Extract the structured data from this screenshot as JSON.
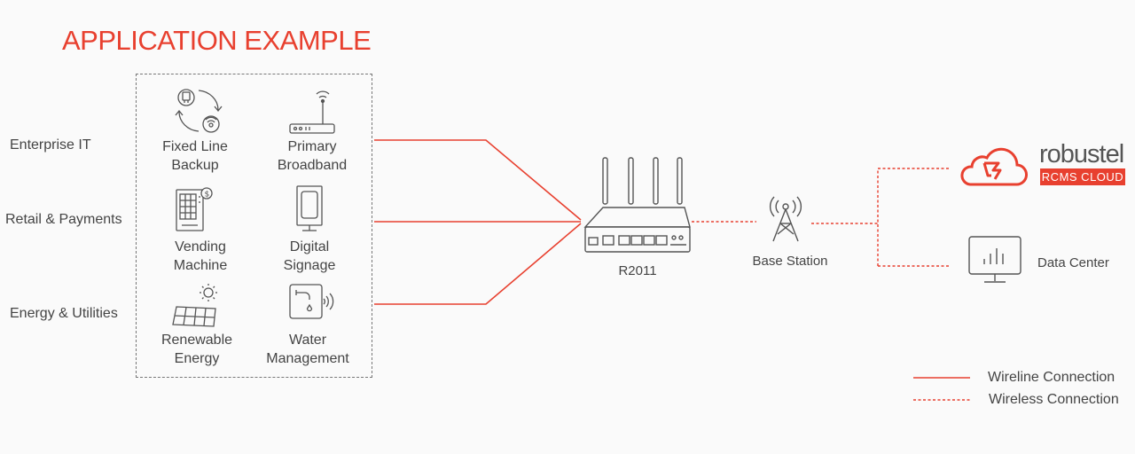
{
  "title": "APPLICATION EXAMPLE",
  "categories": [
    "Enterprise IT",
    "Retail & Payments",
    "Energy & Utilities"
  ],
  "devices": [
    {
      "line1": "Fixed Line",
      "line2": "Backup",
      "icon": "fixed-line-backup-icon"
    },
    {
      "line1": "Primary",
      "line2": "Broadband",
      "icon": "broadband-router-icon"
    },
    {
      "line1": "Vending",
      "line2": "Machine",
      "icon": "vending-machine-icon"
    },
    {
      "line1": "Digital",
      "line2": "Signage",
      "icon": "digital-signage-icon"
    },
    {
      "line1": "Renewable",
      "line2": "Energy",
      "icon": "solar-panel-icon"
    },
    {
      "line1": "Water",
      "line2": "Management",
      "icon": "water-meter-icon"
    }
  ],
  "router": {
    "label": "R2011",
    "icon": "router-icon"
  },
  "base_station": {
    "label": "Base Station",
    "icon": "cell-tower-icon"
  },
  "cloud": {
    "brand": "robustel",
    "badge": "RCMS CLOUD",
    "icon": "cloud-logo-icon"
  },
  "data_center": {
    "label": "Data Center",
    "icon": "monitor-icon"
  },
  "legend": {
    "wireline": "Wireline Connection",
    "wireless": "Wireless Connection"
  },
  "colors": {
    "accent": "#e8402f",
    "text": "#444444",
    "icon_stroke": "#555555"
  }
}
